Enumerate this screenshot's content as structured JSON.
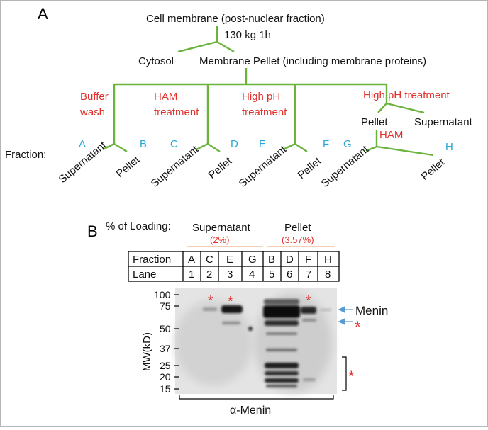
{
  "panel_a": {
    "label": "A",
    "root": "Cell membrane (post-nuclear fraction)",
    "spin": "130 kg 1h",
    "cytosol": "Cytosol",
    "pellet_node": "Membrane Pellet (including membrane proteins)",
    "treatments": {
      "buffer_line1": "Buffer",
      "buffer_line2": "wash",
      "ham_line1": "HAM",
      "ham_line2": "treatment",
      "ph_line1": "High pH",
      "ph_line2": "treatment",
      "ph_full": "High pH treatment",
      "ham_short": "HAM"
    },
    "intermediate_pellet": "Pellet",
    "intermediate_supernatant": "Supernatant",
    "fraction_label": "Fraction:",
    "fractions": [
      "A",
      "B",
      "C",
      "D",
      "E",
      "F",
      "G",
      "H"
    ],
    "supernatant": "Supernatant",
    "pellet": "Pellet"
  },
  "panel_b": {
    "label": "B",
    "loading_label": "% of Loading:",
    "supernatant": "Supernatant",
    "supernatant_pct": "(2%)",
    "pellet": "Pellet",
    "pellet_pct": "(3.57%)",
    "table": {
      "row1_header": "Fraction",
      "row1": [
        "A",
        "C",
        "E",
        "G",
        "B",
        "D",
        "F",
        "H"
      ],
      "row2_header": "Lane",
      "row2": [
        "1",
        "2",
        "3",
        "4",
        "5",
        "6",
        "7",
        "8"
      ]
    },
    "mw_axis_label": "MW(kD)",
    "mw_ticks": [
      "100",
      "75",
      "50",
      "37",
      "25",
      "20",
      "15"
    ],
    "menin_label": "Menin",
    "star": "*",
    "antibody": "α-Menin"
  },
  "colors": {
    "tree_lines": "#6ab43e",
    "treatment_text": "#e0312b",
    "fraction_letters": "#29a6d8",
    "arrows": "#5a9bd0"
  }
}
